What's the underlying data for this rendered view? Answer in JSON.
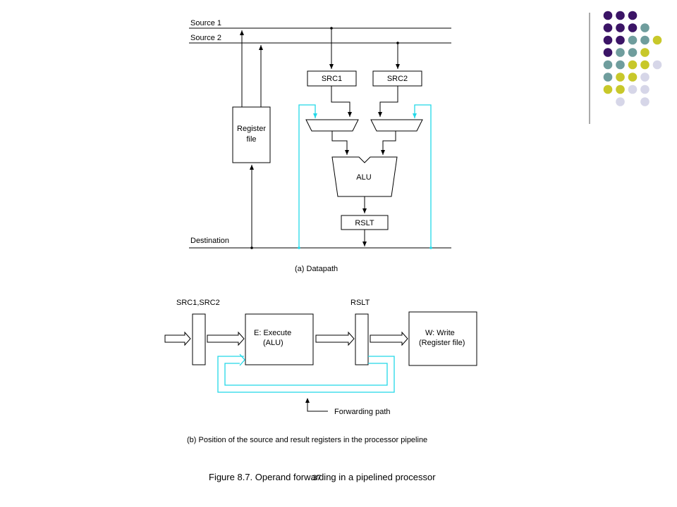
{
  "decor": {
    "dots": [
      [
        "#3b1466",
        "#3b1466",
        "#3b1466",
        null,
        null
      ],
      [
        "#3b1466",
        "#3b1466",
        "#3b1466",
        "#6f9d9d",
        null
      ],
      [
        "#3b1466",
        "#3b1466",
        "#6f9d9d",
        "#6f9d9d",
        "#c8c82a"
      ],
      [
        "#3b1466",
        "#6f9d9d",
        "#6f9d9d",
        "#c8c82a",
        null
      ],
      [
        "#6f9d9d",
        "#6f9d9d",
        "#c8c82a",
        "#c8c82a",
        "#d6d6e8"
      ],
      [
        "#6f9d9d",
        "#c8c82a",
        "#c8c82a",
        "#d6d6e8",
        null
      ],
      [
        "#c8c82a",
        "#c8c82a",
        "#d6d6e8",
        "#d6d6e8",
        null
      ],
      [
        null,
        "#d6d6e8",
        null,
        "#d6d6e8",
        null
      ]
    ],
    "forward_color": "#22d8e8"
  },
  "datapath": {
    "source1": "Source 1",
    "source2": "Source 2",
    "destination": "Destination",
    "src1": "SRC1",
    "src2": "SRC2",
    "register_file": [
      "Register",
      "file"
    ],
    "alu": "ALU",
    "rslt": "RSLT",
    "caption": "(a) Datapath"
  },
  "pipeline": {
    "src_label": "SRC1,SRC2",
    "rslt_label": "RSLT",
    "execute": [
      "E: Execute",
      "(ALU)"
    ],
    "write": [
      "W: Write",
      "(Register file)"
    ],
    "forwarding": "Forwarding path",
    "caption": "(b) Position of the source and result registers in the processor pipeline"
  },
  "figure_title": "Figure 8.7. Operand forwarding in a pipelined processor",
  "page_number": "37"
}
